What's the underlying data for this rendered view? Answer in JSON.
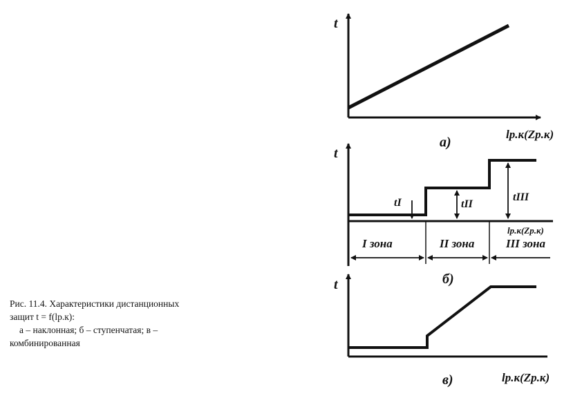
{
  "caption": {
    "line1": "Рис. 11.4. Характеристики дистанционных",
    "line2": "защит t = f(lр.к):",
    "line3": "а – наклонная; б – ступенчатая; в –",
    "line4": "комбинированная"
  },
  "graphs": {
    "a": {
      "tag": "а)",
      "y_axis": "t",
      "x_axis": "lр.к(Zр.к)"
    },
    "b": {
      "tag": "б)",
      "y_axis": "t",
      "x_axis": "lр.к(Zр.к)",
      "times": [
        "tI",
        "tII",
        "tIII"
      ],
      "zones": [
        "I зона",
        "II зона",
        "III зона"
      ]
    },
    "c": {
      "tag": "в)",
      "y_axis": "t",
      "x_axis": "lр.к(Zр.к)"
    }
  }
}
